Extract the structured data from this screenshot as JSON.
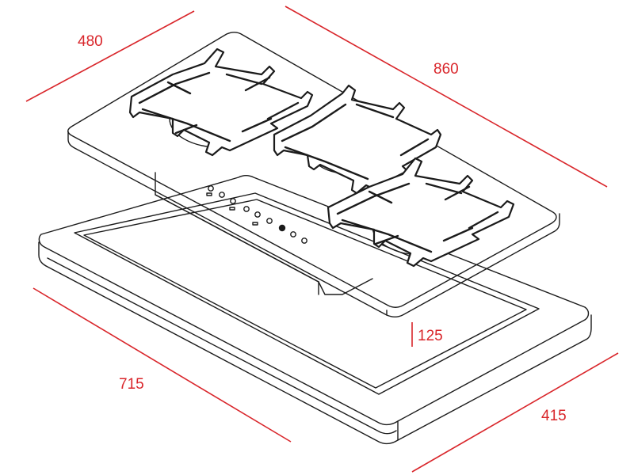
{
  "dimensions": {
    "depth": "480",
    "width": "860",
    "cutout_depth": "415",
    "cutout_width": "715",
    "height": "125"
  },
  "colors": {
    "dimension_line": "#d9262b",
    "drawing_line": "#1b1b1b",
    "background": "#ffffff"
  },
  "hob": {
    "burners": 3,
    "control_knobs": 9
  }
}
